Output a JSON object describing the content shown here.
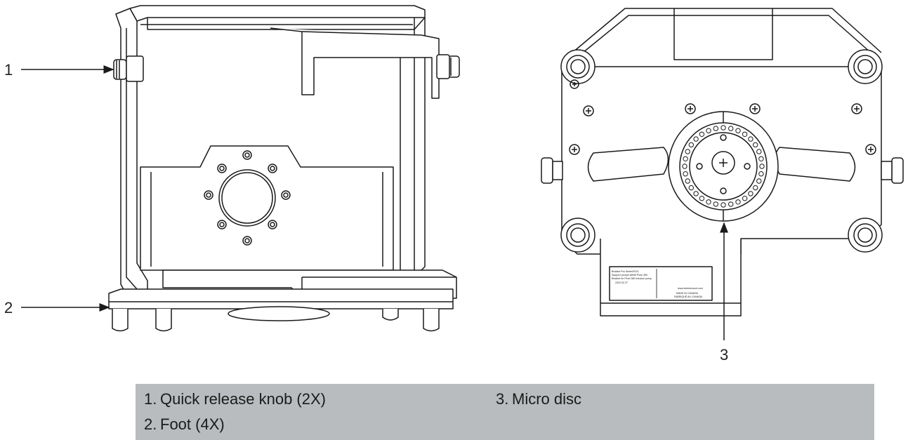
{
  "callouts": [
    {
      "id": "c1",
      "label": "1"
    },
    {
      "id": "c2",
      "label": "2"
    },
    {
      "id": "c3",
      "label": "3"
    }
  ],
  "legend": {
    "items": [
      {
        "number": "1.",
        "text": "Quick release knob (2X)"
      },
      {
        "number": "2.",
        "text": "Foot (4X)"
      },
      {
        "number": "3.",
        "text": "Micro disc"
      }
    ]
  },
  "product_label": {
    "line1": "Bracket Pro Series®221",
    "line2": "Support pompe sélidit Plum 360",
    "line3": "Bracket for Plum 360 infusion pump",
    "date": "2023 03 27",
    "made": "MADE IN CANADA",
    "fab": "FABRIQUÉ AU CANADA",
    "web": "www.technimount.com"
  },
  "colors": {
    "legend_bg": "#b9bcbe",
    "line": "#1a1a1a"
  }
}
